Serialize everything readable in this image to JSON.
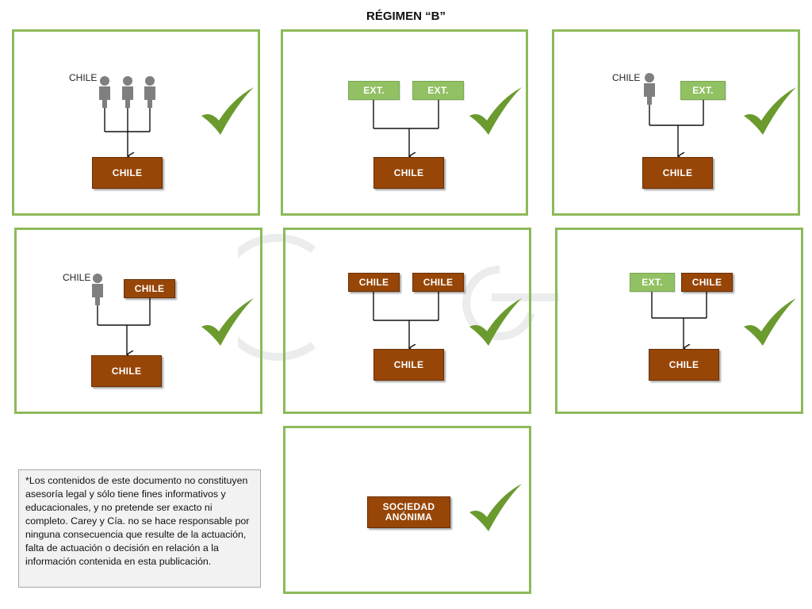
{
  "title": "RÉGIMEN “B”",
  "colors": {
    "panel_border": "#8dba59",
    "brown_box": "#974608",
    "green_box": "#92c163",
    "check": "#6b9a2e",
    "person": "#7f7f7f"
  },
  "panels": [
    {
      "label_chile": "CHILE",
      "bottom": "CHILE"
    },
    {
      "top_left": "EXT.",
      "top_right": "EXT.",
      "bottom": "CHILE"
    },
    {
      "label_chile": "CHILE",
      "top_right": "EXT.",
      "bottom": "CHILE"
    },
    {
      "label_chile": "CHILE",
      "top_right": "CHILE",
      "bottom": "CHILE"
    },
    {
      "top_left": "CHILE",
      "top_right": "CHILE",
      "bottom": "CHILE"
    },
    {
      "top_left": "EXT.",
      "top_right": "CHILE",
      "bottom": "CHILE"
    },
    {
      "box_line1": "SOCIEDAD",
      "box_line2": "ANÓNIMA"
    }
  ],
  "disclaimer": "*Los contenidos de este documento no constituyen asesoría legal y sólo tiene fines informativos y educacionales, y no pretende ser exacto ni completo. Carey y Cía. no se hace responsable por ninguna consecuencia que resulte de la actuación, falta de actuación o decisión en relación a la información contenida en esta publicación."
}
